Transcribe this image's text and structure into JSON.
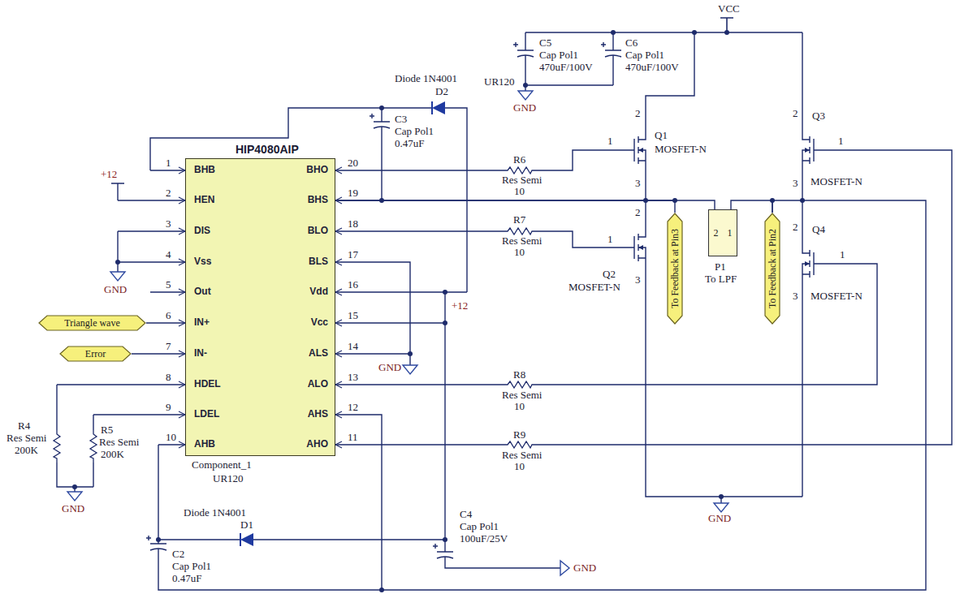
{
  "diagram": {
    "nodes": [
      {
        "text": [
          "BHB",
          "HEN",
          "DIS",
          "Vss",
          "Out",
          "IN+",
          "IN-",
          "HDEL",
          "LDEL",
          "AHB",
          "BHO",
          "BHS",
          "BLO",
          "BLS",
          "Vdd",
          "Vcc",
          "ALS",
          "ALO",
          "AHS",
          "AHO"
        ]
      },
      {
        "text": [
          "Triangle wave"
        ]
      },
      {
        "text": [
          "Error"
        ]
      },
      {
        "text": [
          "To Feedback at Pin3"
        ]
      },
      {
        "text": [
          "To Feedback at Pin2"
        ]
      },
      {
        "text": [
          "2",
          "1"
        ]
      }
    ],
    "edges": [
      {
        "from": 1,
        "to": 0,
        "arrow": "none"
      },
      {
        "from": 2,
        "to": 0,
        "arrow": "none"
      },
      {
        "from": 0,
        "to": 3,
        "arrow": "none"
      },
      {
        "from": 0,
        "to": 5,
        "arrow": "none"
      },
      {
        "from": 5,
        "to": 4,
        "arrow": "none"
      },
      {
        "from": 0,
        "to": 4,
        "arrow": "none"
      }
    ],
    "labels": [
      "VCC",
      "C5",
      "Cap Pol1",
      "470uF/100V",
      "UR120",
      "C6",
      "Cap Pol1",
      "470uF/100V",
      "GND",
      "Diode 1N4001",
      "D2",
      "C3",
      "Cap Pol1",
      "0.47uF",
      "HIP4080AIP",
      "R6",
      "Res Semi",
      "10",
      "1",
      "Q1",
      "MOSFET-N",
      "2",
      "3",
      "Q3",
      "1",
      "2",
      "3",
      "MOSFET-N",
      "+12",
      "1",
      "2",
      "3",
      "4",
      "5",
      "6",
      "7",
      "8",
      "9",
      "10",
      "20",
      "19",
      "18",
      "17",
      "16",
      "15",
      "14",
      "13",
      "12",
      "11",
      "R7",
      "Res Semi",
      "10",
      "1",
      "Q2",
      "MOSFET-N",
      "2",
      "3",
      "P1",
      "To LPF",
      "Q4",
      "MOSFET-N",
      "1",
      "2",
      "3",
      "GND",
      "+12",
      "GND",
      "R8",
      "Res Semi",
      "10",
      "R9",
      "Res Semi",
      "10",
      "R4",
      "Res Semi",
      "200K",
      "R5",
      "Res Semi",
      "200K",
      "Component_1",
      "UR120",
      "GND",
      "Diode 1N4001",
      "D1",
      "C2",
      "Cap Pol1",
      "0.47uF",
      "C4",
      "Cap Pol1",
      "100uF/25V",
      "GND",
      "GND"
    ]
  }
}
